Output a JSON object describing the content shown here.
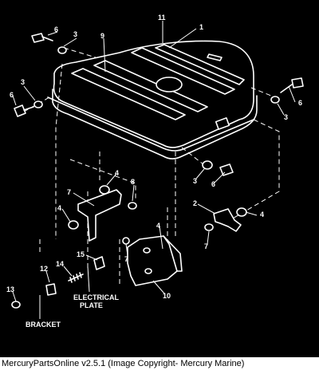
{
  "callouts": {
    "c1": "1",
    "c2": "2",
    "c3a": "3",
    "c3b": "3",
    "c3c": "3",
    "c3d": "3",
    "c4a": "4",
    "c4b": "4",
    "c4c": "4",
    "c4d": "4",
    "c6a": "6",
    "c6b": "6",
    "c6c": "6",
    "c6d": "6",
    "c7a": "7",
    "c7b": "7",
    "c7c": "7",
    "c8": "8",
    "c9": "9",
    "c10": "10",
    "c11": "11",
    "c12": "12",
    "c13": "13",
    "c14": "14",
    "c15": "15"
  },
  "labels": {
    "bracket": "BRACKET",
    "electrical_1": "ELECTRICAL",
    "electrical_2": "PLATE"
  },
  "footer": {
    "text": "MercuryPartsOnline v2.5.1 (Image Copyright- Mercury Marine)"
  }
}
